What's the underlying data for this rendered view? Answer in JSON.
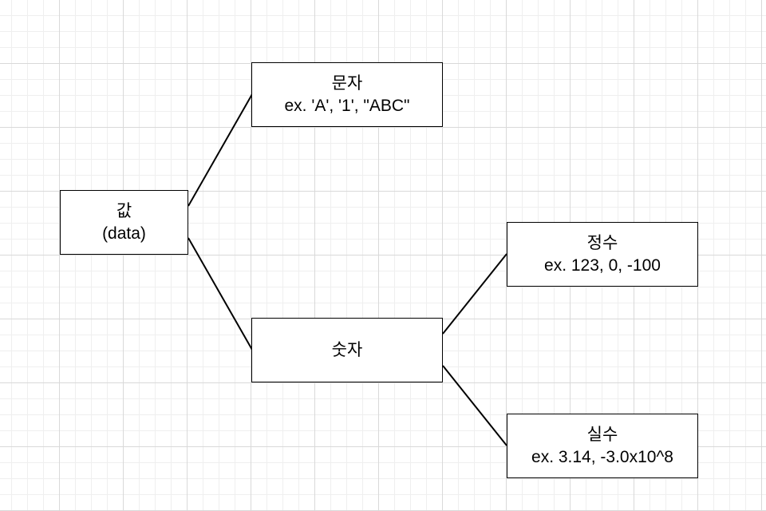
{
  "diagram": {
    "nodes": {
      "value": {
        "title": "값",
        "subtitle": "(data)"
      },
      "char": {
        "title": "문자",
        "subtitle": "ex. 'A', '1', \"ABC\""
      },
      "number": {
        "title": "숫자"
      },
      "integer": {
        "title": "정수",
        "subtitle": "ex. 123, 0, -100"
      },
      "real": {
        "title": "실수",
        "subtitle": "ex. 3.14, -3.0x10^8"
      }
    },
    "edges": [
      {
        "from": "value",
        "to": "char"
      },
      {
        "from": "value",
        "to": "number"
      },
      {
        "from": "number",
        "to": "integer"
      },
      {
        "from": "number",
        "to": "real"
      }
    ],
    "colors": {
      "background": "#ffffff",
      "grid": "#d9d9d9",
      "stroke": "#000000",
      "text": "#000000"
    }
  }
}
